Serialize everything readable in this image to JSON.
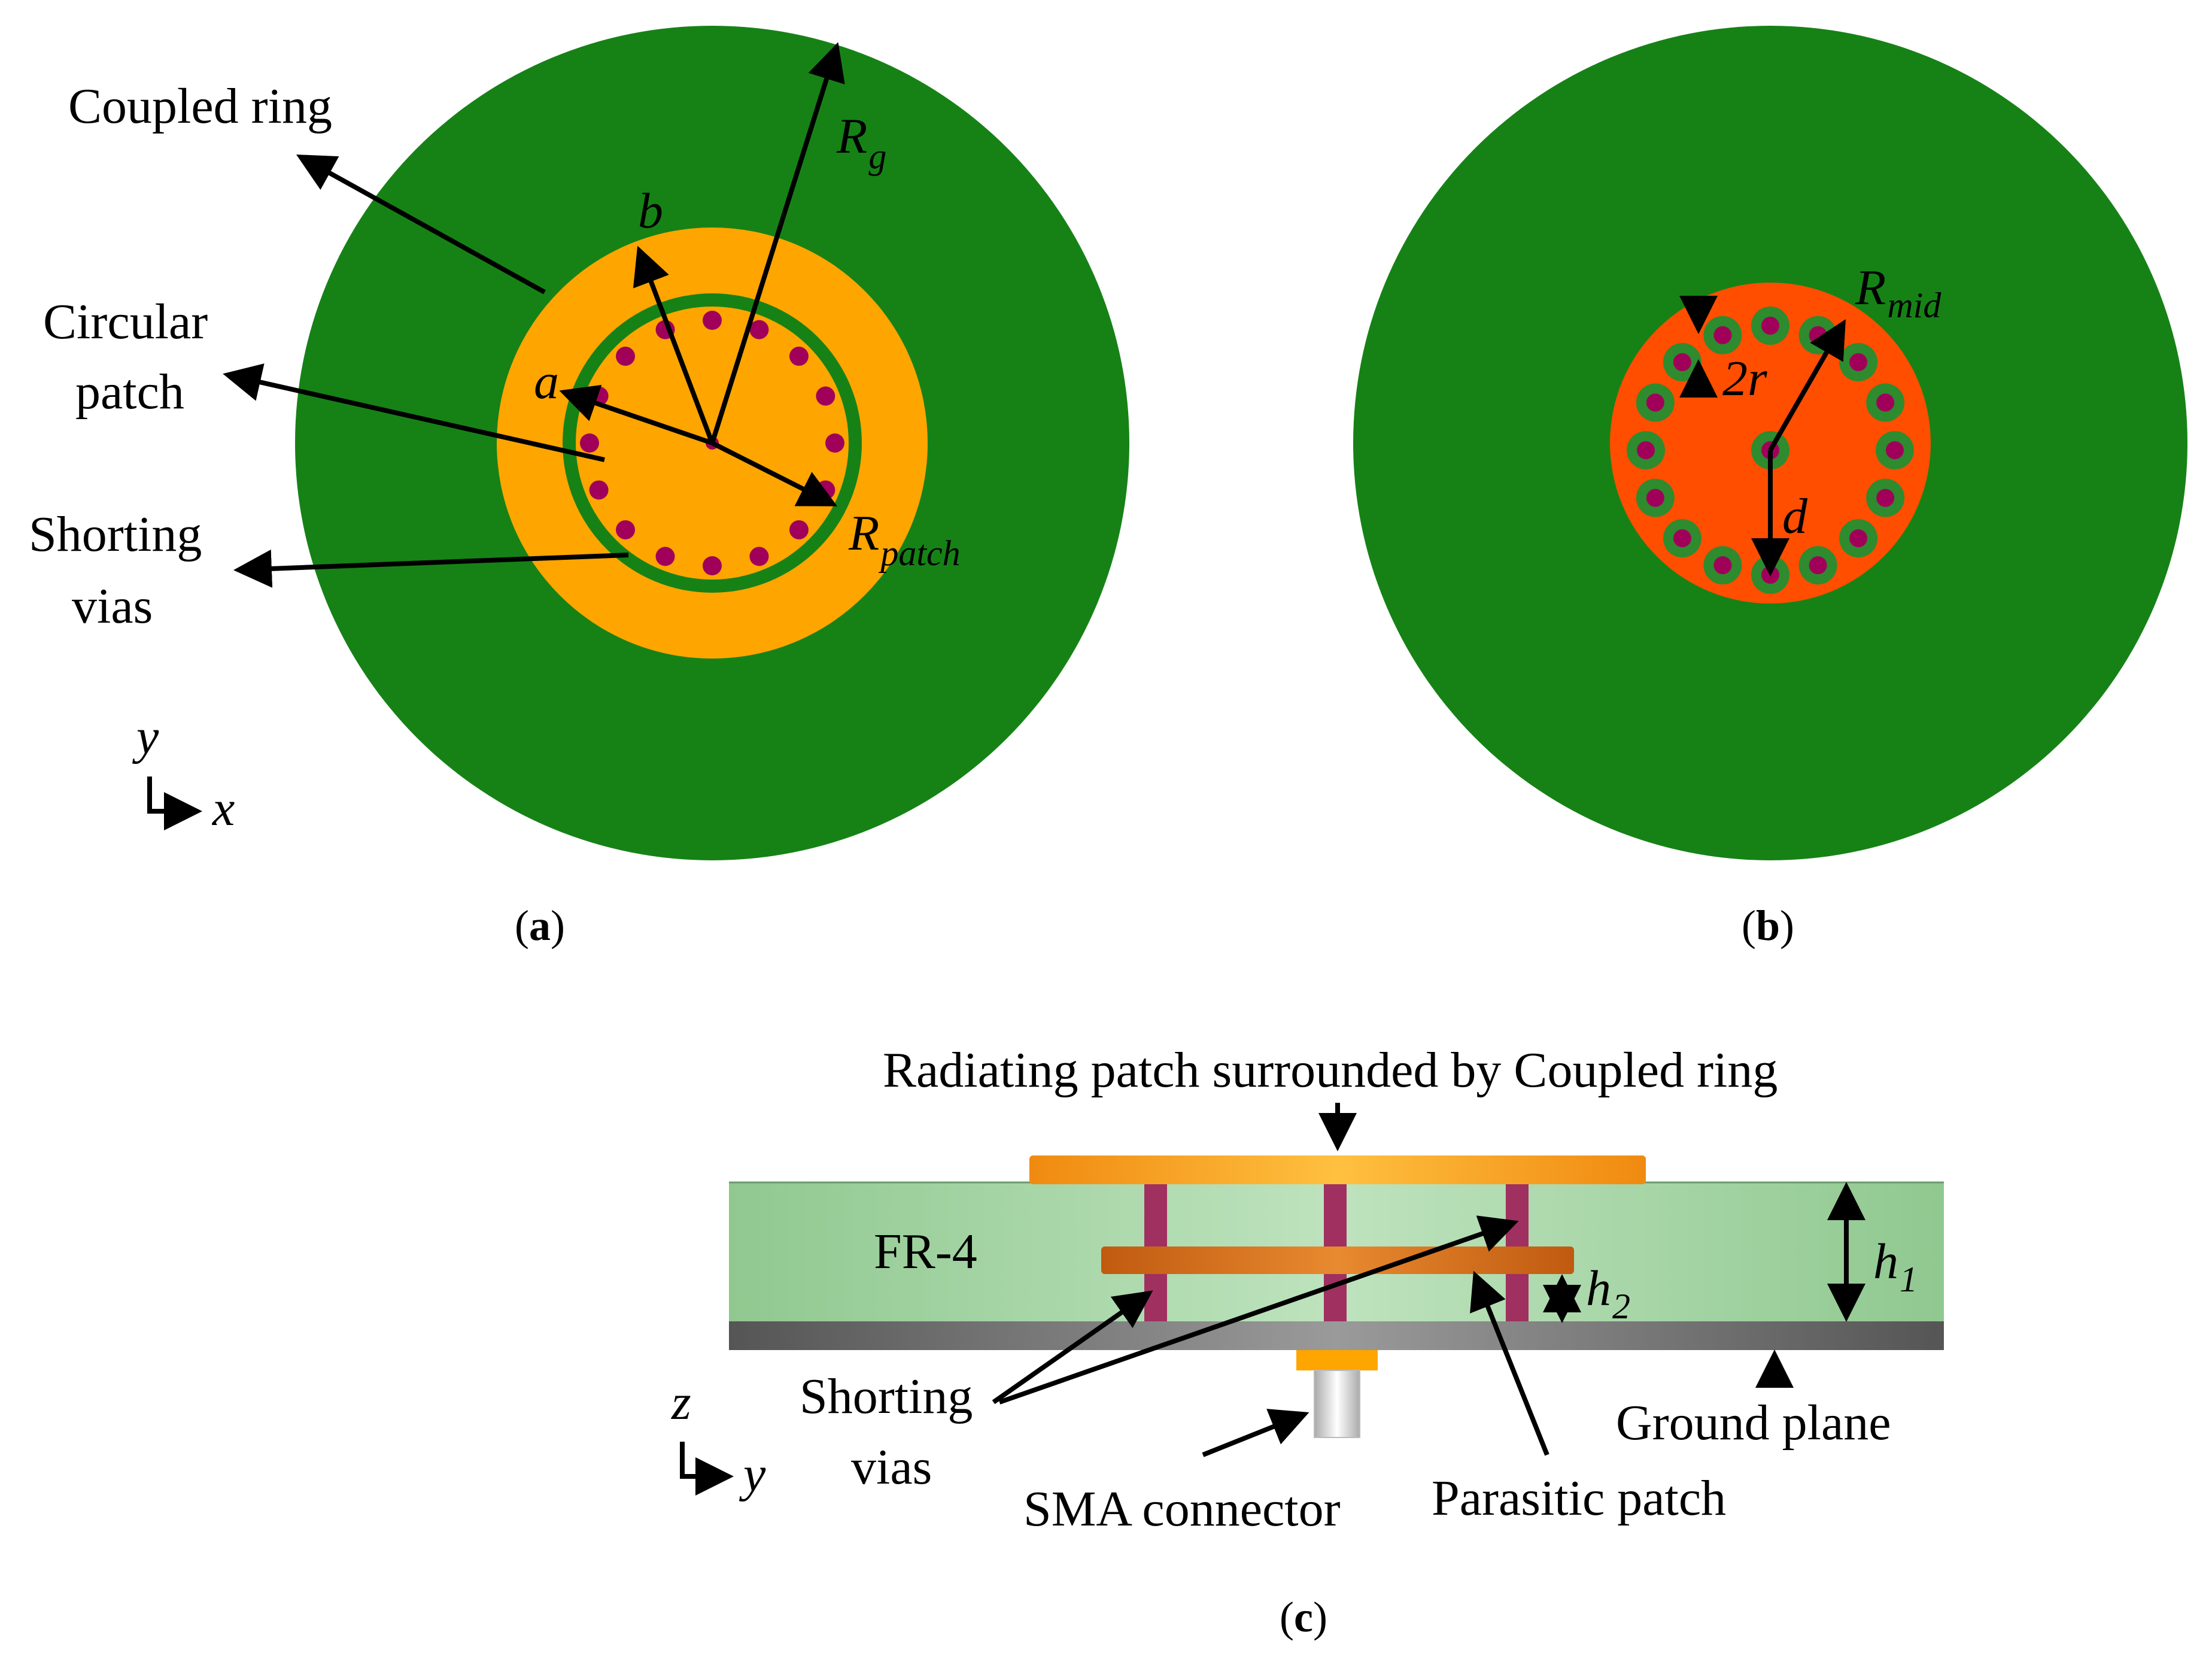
{
  "panel_a": {
    "labels": {
      "coupled_ring": "Coupled ring",
      "circular_1": "Circular",
      "circular_2": "patch",
      "shorting_1": "Shorting",
      "shorting_2": "vias"
    },
    "dims": {
      "a": "a",
      "b": "b",
      "rg": "R",
      "rg_sub": "g",
      "rpatch": "R",
      "rpatch_sub": "patch"
    },
    "axes": {
      "y": "y",
      "x": "x"
    },
    "caption": {
      "open": "(",
      "letter": "a",
      "close": ")"
    }
  },
  "panel_b": {
    "dims": {
      "rmid": "R",
      "rmid_sub": "mid",
      "two_r": "2r",
      "d": "d"
    },
    "caption": {
      "open": "(",
      "letter": "b",
      "close": ")"
    }
  },
  "panel_c": {
    "labels": {
      "radiating": "Radiating patch surrounded by Coupled ring",
      "fr4": "FR-4",
      "shorting_1": "Shorting",
      "shorting_2": "vias",
      "sma": "SMA connector",
      "parasitic": "Parasitic patch",
      "ground": "Ground plane"
    },
    "dims": {
      "h1": "h",
      "h1_sub": "1",
      "h2": "h",
      "h2_sub": "2"
    },
    "axes": {
      "z": "z",
      "y": "y"
    },
    "caption": {
      "open": "(",
      "letter": "c",
      "close": ")"
    }
  },
  "colors": {
    "ground_green": "#168216",
    "coupled_ring_orange": "#FFA500",
    "gap_green": "#168216",
    "via_purple": "#A0005A",
    "bottom_patch_red": "#FF4E00",
    "via_ring_green": "#2E8B2E",
    "substrate_green": "#A8D4A8",
    "ground_plane_gray": "#707070",
    "top_patch_orange": "#F2A020",
    "parasitic_orange": "#D2691E",
    "sma_silver": "#D0D0D0"
  }
}
